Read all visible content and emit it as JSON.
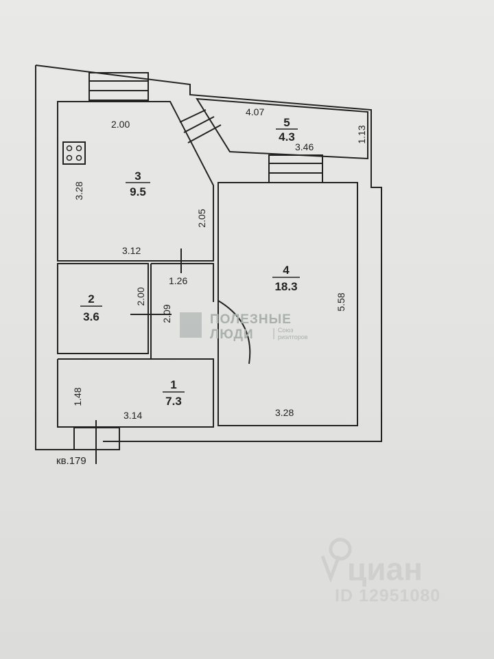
{
  "rooms": [
    {
      "number": "1",
      "area": "7.3"
    },
    {
      "number": "2",
      "area": "3.6"
    },
    {
      "number": "3",
      "area": "9.5"
    },
    {
      "number": "4",
      "area": "18.3"
    },
    {
      "number": "5",
      "area": "4.3"
    }
  ],
  "dimensions": {
    "balcony_top": "4.07",
    "balcony_bottom": "3.46",
    "balcony_side": "1.13",
    "kitchen_top": "2.00",
    "kitchen_side": "3.28",
    "kitchen_right": "2.05",
    "kitchen_bottom": "3.12",
    "corridor_top": "1.26",
    "bathroom_side": "2.00",
    "corridor_side": "2.09",
    "living_side": "5.58",
    "living_bottom": "3.28",
    "hall_side": "1.48",
    "hall_bottom": "3.14"
  },
  "apartment_label": "кв.179",
  "watermark": {
    "brand_line1": "ПОЛЕЗНЫЕ",
    "brand_line2": "ЛЮДИ",
    "brand_sub1": "Союз",
    "brand_sub2": "риэлторов",
    "site": "циан",
    "listing_id": "ID 12951080"
  }
}
